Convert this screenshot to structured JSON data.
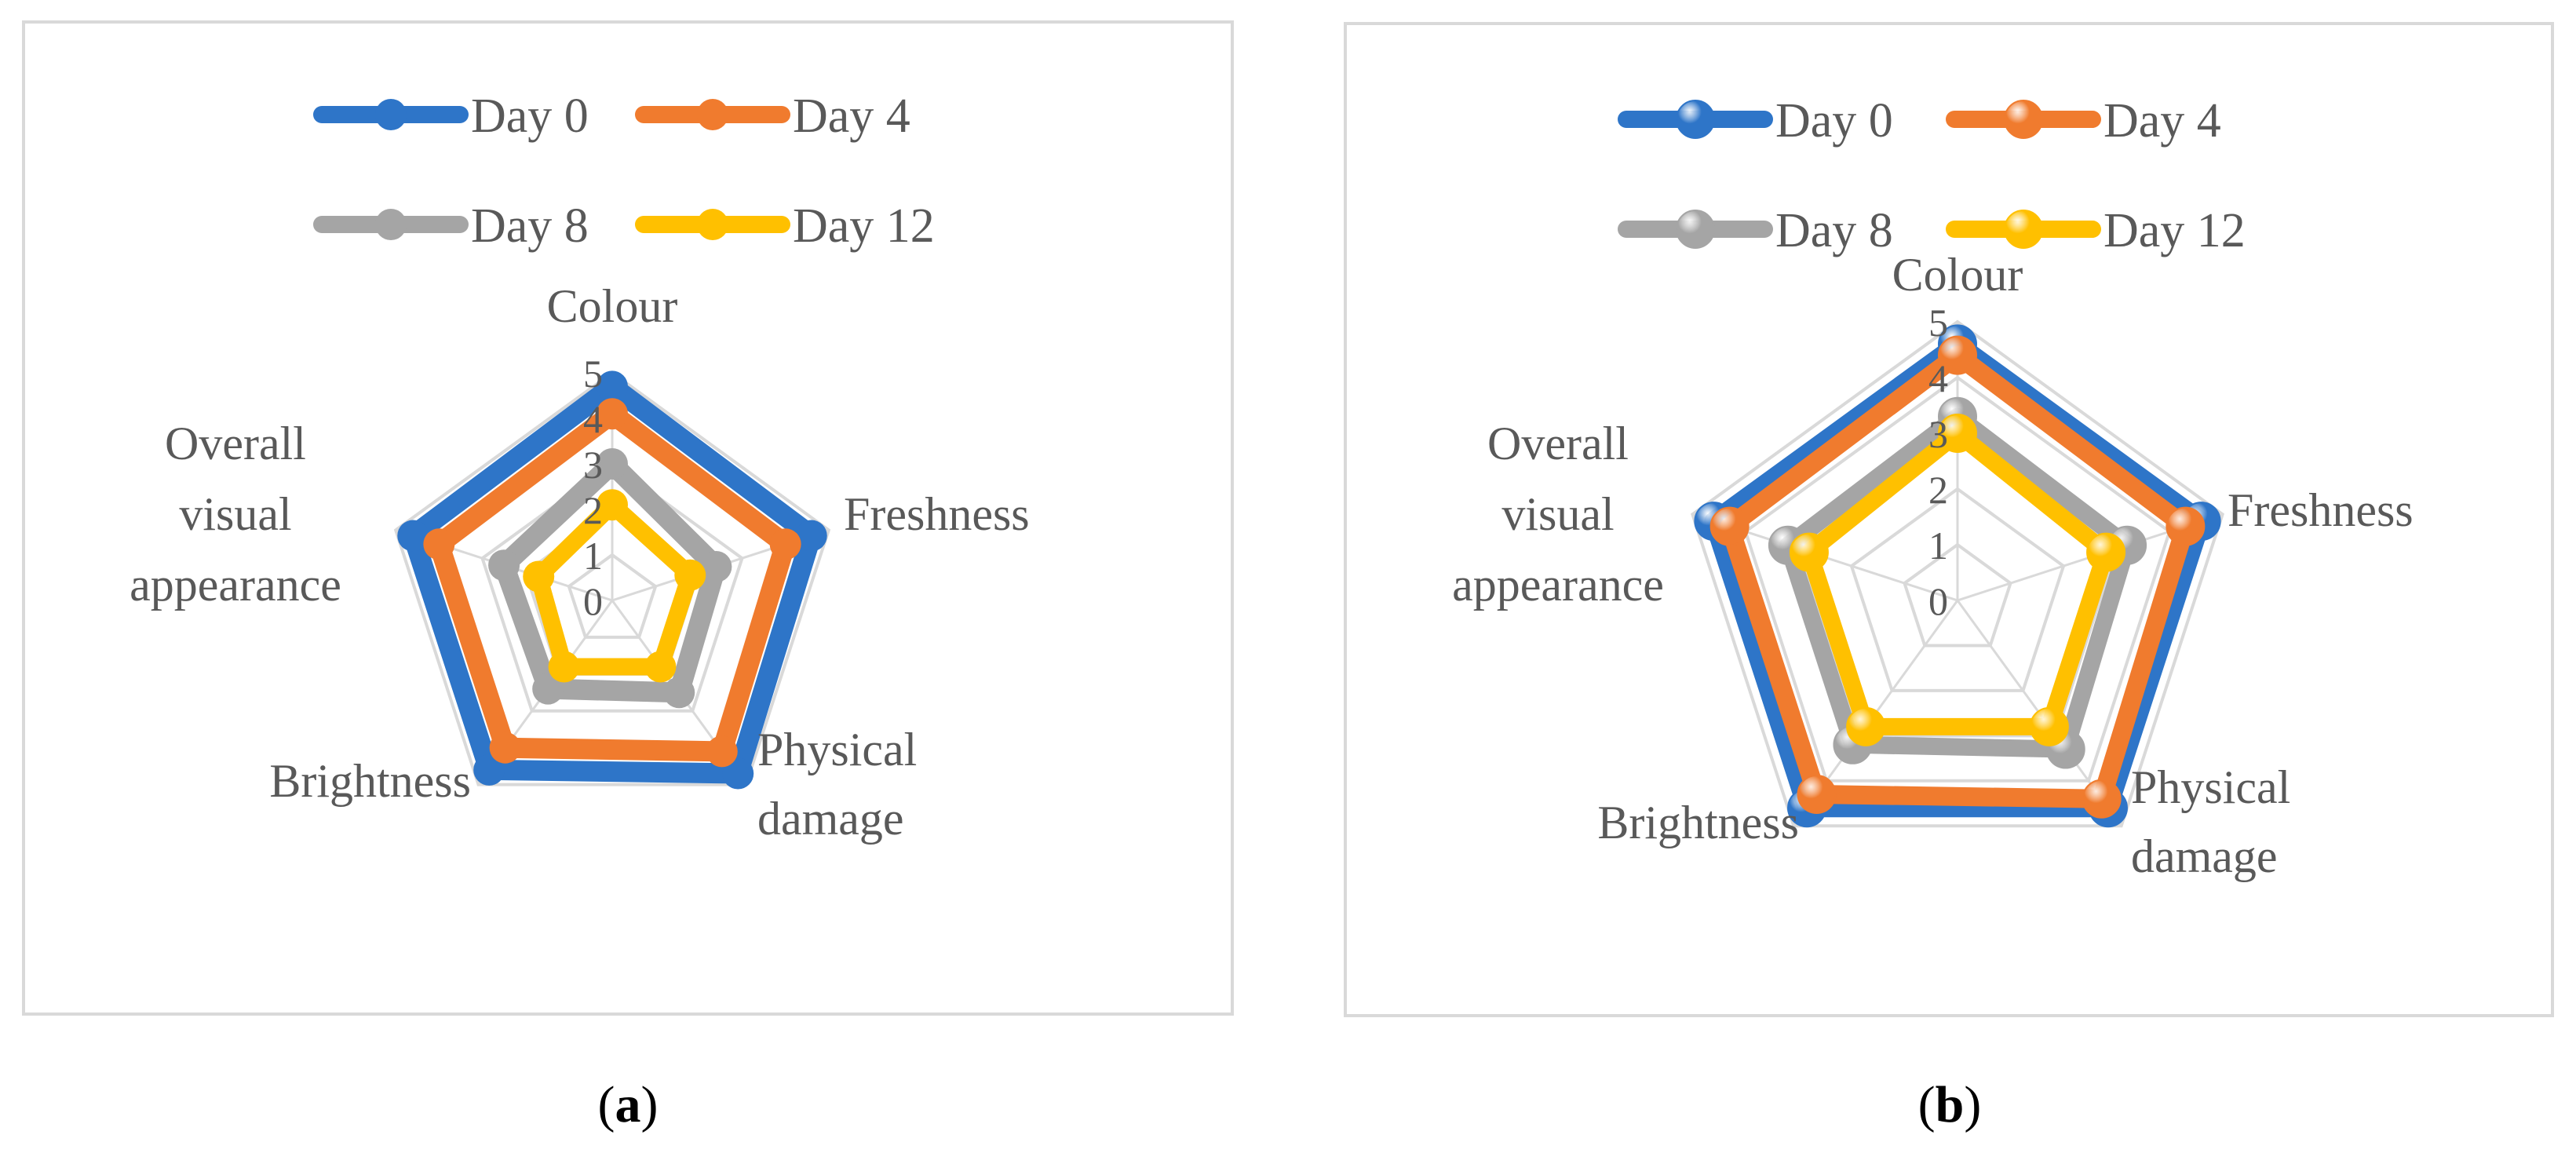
{
  "captions": {
    "a_letter": "a",
    "b_letter": "b"
  },
  "colors": {
    "day0": "#2e75c8",
    "day4": "#f07b2e",
    "day8": "#a5a5a5",
    "day12": "#ffc000",
    "grid": "#d9d9d9",
    "text": "#595959",
    "frame": "#d9d9d9"
  },
  "chart_data": [
    {
      "type": "radar",
      "panel": "a",
      "categories": [
        "Colour",
        "Freshness",
        "Physical damage",
        "Brightness",
        "Overall visual appearance"
      ],
      "axis_range": [
        0,
        5
      ],
      "ticks": [
        "0",
        "1",
        "2",
        "3",
        "4",
        "5"
      ],
      "legend": [
        "Day 0",
        "Day 4",
        "Day 8",
        "Day 12"
      ],
      "legend_position": "top",
      "grid": true,
      "series": [
        {
          "name": "Day 0",
          "values": [
            4.7,
            4.6,
            4.7,
            4.6,
            4.6
          ]
        },
        {
          "name": "Day 4",
          "values": [
            4.1,
            4.0,
            4.1,
            4.0,
            4.0
          ]
        },
        {
          "name": "Day 8",
          "values": [
            3.0,
            2.4,
            2.5,
            2.4,
            2.5
          ]
        },
        {
          "name": "Day 12",
          "values": [
            2.1,
            1.8,
            1.8,
            1.8,
            1.7
          ]
        }
      ]
    },
    {
      "type": "radar",
      "panel": "b",
      "categories": [
        "Colour",
        "Freshness",
        "Physical damage",
        "Brightness",
        "Overall visual appearance"
      ],
      "axis_range": [
        0,
        5
      ],
      "ticks": [
        "0",
        "1",
        "2",
        "3",
        "4",
        "5"
      ],
      "legend": [
        "Day 0",
        "Day 4",
        "Day 8",
        "Day 12"
      ],
      "legend_position": "top",
      "grid": true,
      "series": [
        {
          "name": "Day 0",
          "values": [
            4.6,
            4.6,
            4.6,
            4.6,
            4.6
          ]
        },
        {
          "name": "Day 4",
          "values": [
            4.4,
            4.3,
            4.4,
            4.3,
            4.3
          ]
        },
        {
          "name": "Day 8",
          "values": [
            3.3,
            3.2,
            3.3,
            3.2,
            3.2
          ]
        },
        {
          "name": "Day 12",
          "values": [
            3.0,
            2.8,
            2.8,
            2.8,
            2.8
          ]
        }
      ]
    }
  ]
}
